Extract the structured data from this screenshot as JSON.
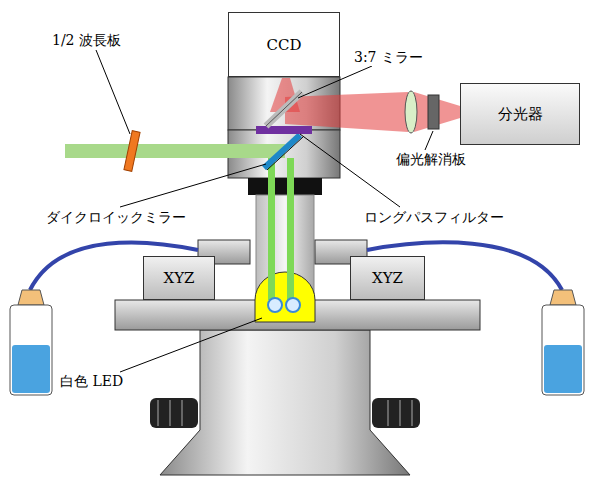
{
  "diagram": {
    "nodes": [
      {
        "text": [
          "CCD"
        ]
      },
      {
        "text": [
          "分光器"
        ]
      },
      {
        "text": [
          "XYZ"
        ]
      },
      {
        "text": [
          "XYZ"
        ]
      }
    ],
    "labels": [
      "3:7 ミラー",
      "1/2 波長板",
      "偏光解消板",
      "ダイクロイックミラー",
      "ロングパスフィルター",
      "白色 LED"
    ]
  }
}
